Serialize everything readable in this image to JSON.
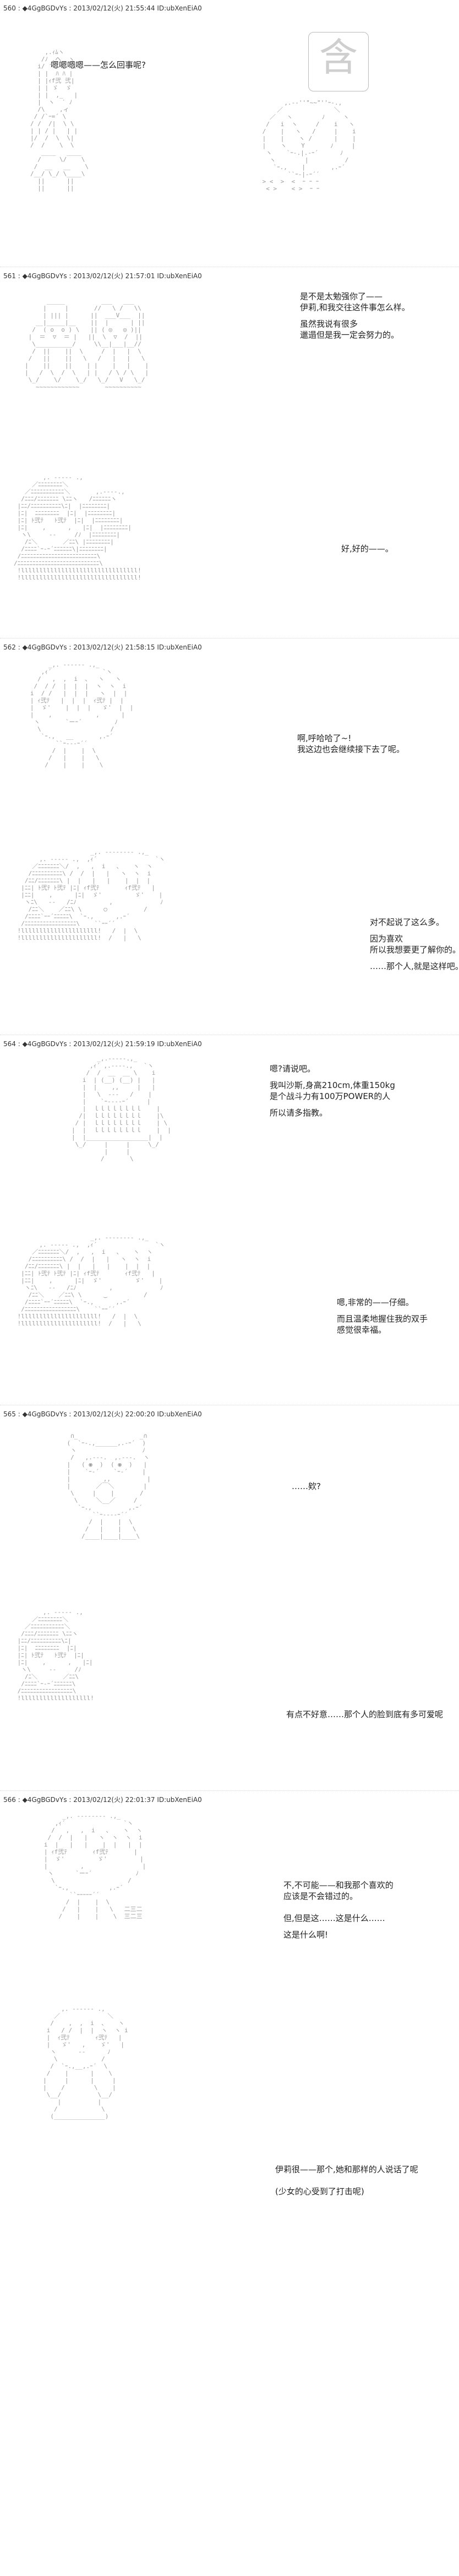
{
  "posts": [
    {
      "header": "560 : ◆4GgBGDvYs : 2013/02/12(火) 21:55:44 ID:ubXenEiA0"
    },
    {
      "header": "561 : ◆4GgBGDvYs : 2013/02/12(火) 21:57:01 ID:ubXenEiA0"
    },
    {
      "header": "562 : ◆4GgBGDvYs : 2013/02/12(火) 21:58:15 ID:ubXenEiA0"
    },
    {
      "header": "564 : ◆4GgBGDvYs : 2013/02/12(火) 21:59:19 ID:ubXenEiA0"
    },
    {
      "header": "565 : ◆4GgBGDvYs : 2013/02/12(火) 22:00:20 ID:ubXenEiA0"
    },
    {
      "header": "566 : ◆4GgBGDvYs : 2013/02/12(火) 22:01:37 ID:ubXenEiA0"
    }
  ],
  "sfx": {
    "kanji": "含"
  },
  "lines": {
    "p1_a": "嗯嗯嗯嗯——怎么回事呢?",
    "p2_a": "是不是太勉强你了——",
    "p2_b": "伊莉,和我交往这件事怎么样。",
    "p2_c": "虽然我说有很多",
    "p2_d": "邋遢但是我一定会努力的。",
    "p3_a": "好,好的——。",
    "p4_a": "啊,呼哈哈了~!",
    "p4_b": "我这边也会继续接下去了呢。",
    "p5_a": "对不起说了这么多。",
    "p5_b": "因为喜欢",
    "p5_c": "所以我想要更了解你的。",
    "p5_d": "……那个人,就是这样吧。",
    "p6_a": "嗯?请说吧。",
    "p6_b": "我叫沙斯,身高210cm,体重150kg",
    "p6_c": "是个战斗力有100万POWER的人",
    "p6_d": "所以请多指教。",
    "p7_a": "嗯,非常的——仔细。",
    "p7_b": "而且温柔地握住我的双手",
    "p7_c": "感觉很幸福。",
    "p8_a": "……欸?",
    "p9_a": "有点不好意……那个人的脸到底有多可爱呢",
    "p10_a": "不,不可能——和我那个喜欢的",
    "p10_b": "应该是不会错过的。",
    "p10_c": "但,但是这……这是什么……",
    "p10_d": "这是什么啊!",
    "p11_a": "伊莉很——那个,她和那样的人说话了呢",
    "p11_b": "(少女的心受到了打击呢)"
  }
}
